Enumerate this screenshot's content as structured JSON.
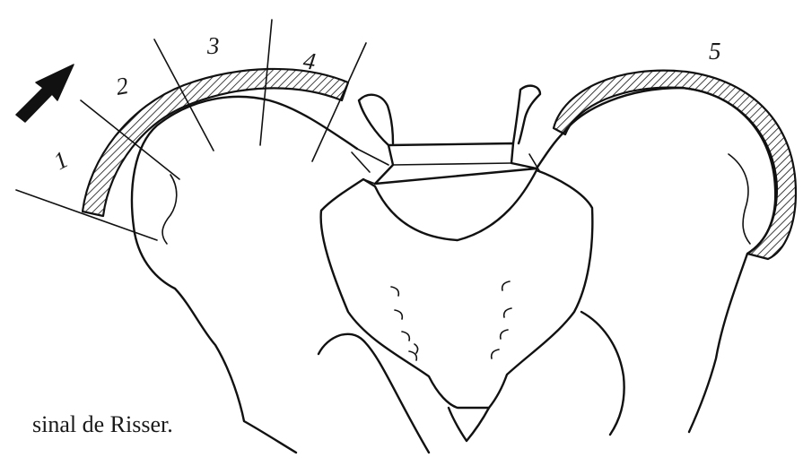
{
  "figure": {
    "caption": "sinal de Risser.",
    "zones": [
      {
        "label": "1"
      },
      {
        "label": "2"
      },
      {
        "label": "3"
      },
      {
        "label": "4"
      },
      {
        "label": "5"
      }
    ],
    "icons": {
      "arrow": "progression-arrow-icon"
    },
    "colors": {
      "ink": "#111111",
      "paper": "#ffffff"
    }
  }
}
